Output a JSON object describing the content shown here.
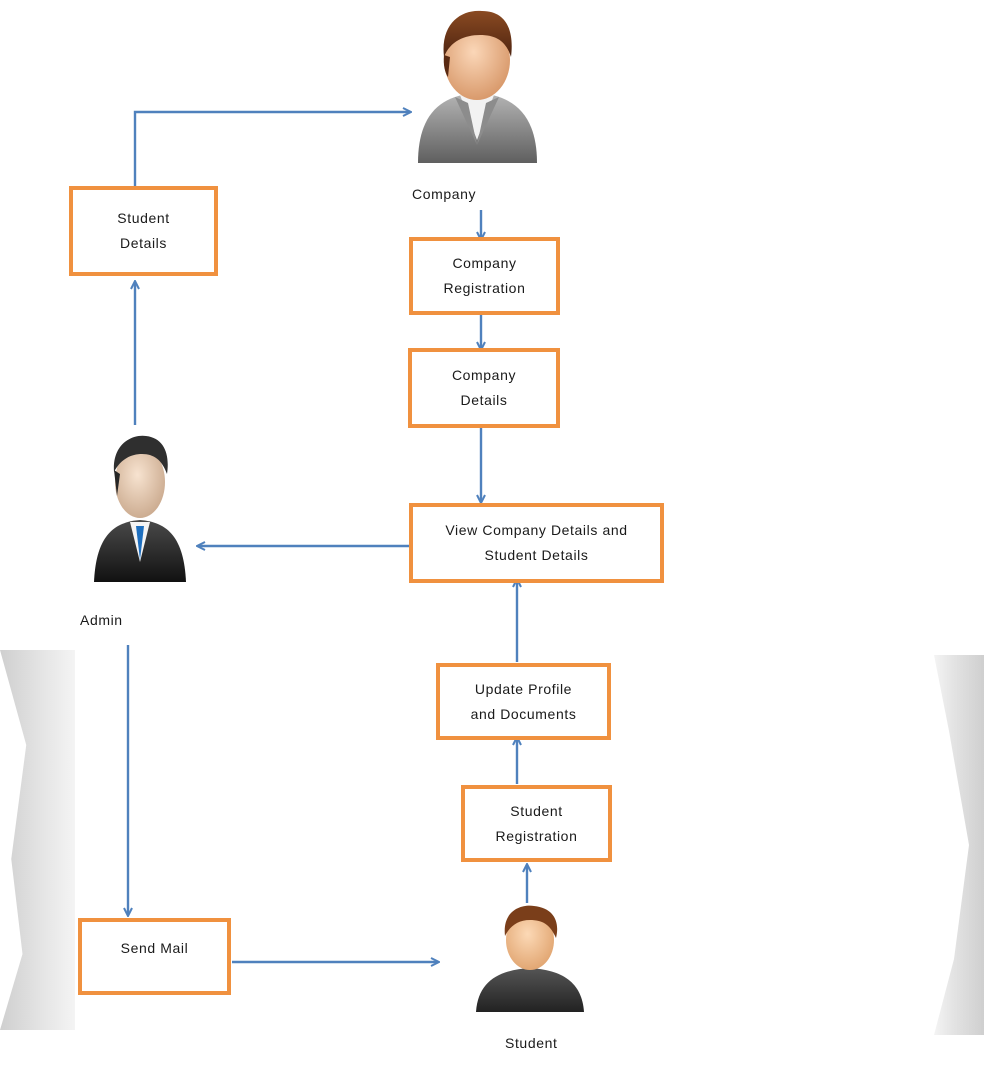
{
  "actors": {
    "company": "Company",
    "admin": "Admin",
    "student": "Student"
  },
  "boxes": {
    "student_details": "Student\nDetails",
    "company_registration": "Company\nRegistration",
    "company_details": "Company\nDetails",
    "view_details": "View Company Details and\nStudent Details",
    "update_profile": "Update Profile\nand Documents",
    "student_registration": "Student\nRegistration",
    "send_mail": "Send Mail"
  },
  "colors": {
    "box_border": "#f0913f",
    "arrow": "#4f81bd"
  }
}
